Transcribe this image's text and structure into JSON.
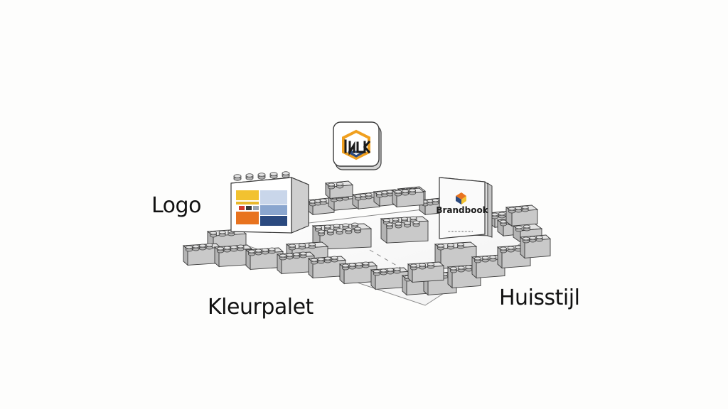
{
  "labels": {
    "logo": "Logo",
    "kleurpalet": "Kleurpalet",
    "huisstijl": "Huisstijl"
  },
  "brandbook": {
    "title": "Brandbook"
  },
  "colors": {
    "brick_top": "#e4e4e4",
    "brick_side": "#c9c9c9",
    "brick_front": "#b4b4b4",
    "outline": "#3a3a3a",
    "palette_yellow": "#f2c230",
    "palette_light_blue": "#c9d6ea",
    "palette_mid_blue": "#8aa6cf",
    "palette_dark_blue": "#2b4a80",
    "palette_orange": "#e8731f",
    "palette_red": "#d23a2a",
    "palette_gray": "#9aa3ad"
  },
  "icons": {
    "floating_logo": "logo-tile-icon"
  }
}
